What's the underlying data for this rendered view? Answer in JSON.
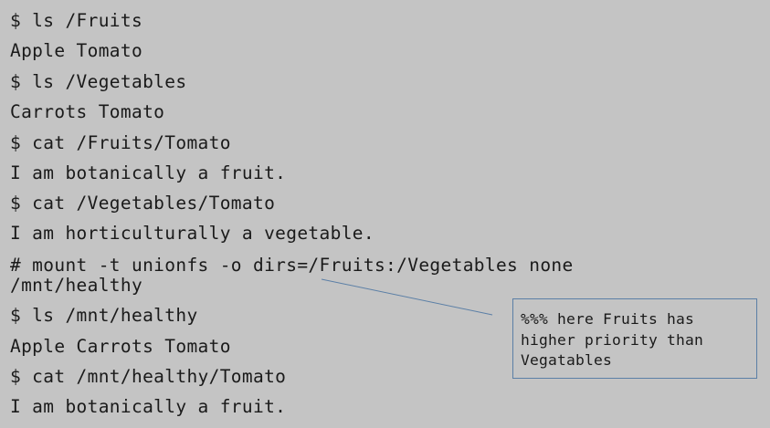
{
  "terminal": {
    "lines": [
      "$ ls /Fruits",
      "Apple Tomato",
      "$ ls /Vegetables",
      "Carrots Tomato",
      "$ cat /Fruits/Tomato",
      "I am botanically a fruit.",
      "$ cat /Vegetables/Tomato",
      "I am horticulturally a vegetable.",
      "# mount -t unionfs -o dirs=/Fruits:/Vegetables none",
      "/mnt/healthy",
      "$ ls /mnt/healthy",
      "Apple Carrots Tomato",
      "$ cat /mnt/healthy/Tomato",
      "I am botanically a fruit."
    ]
  },
  "annotation": {
    "lines": [
      "%%% here Fruits has",
      "higher priority than",
      "Vegatables"
    ],
    "border_color": "#5b7fa6"
  },
  "colors": {
    "background": "#c4c4c4",
    "text": "#1a1a1a"
  }
}
